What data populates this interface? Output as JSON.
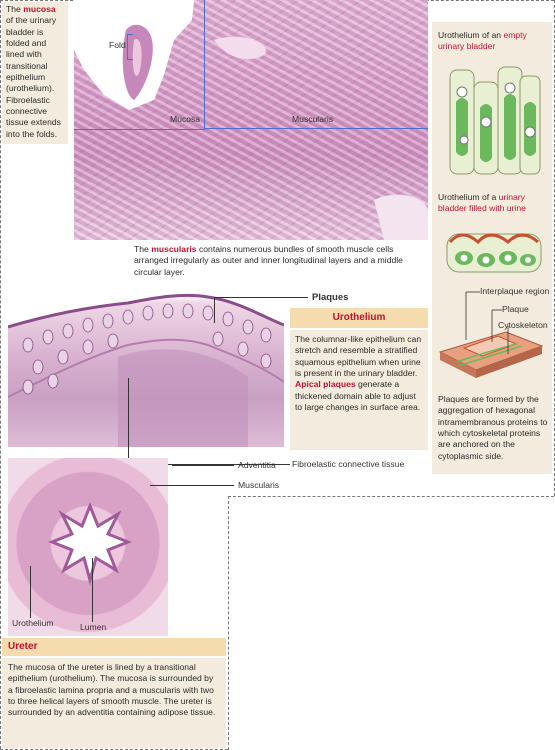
{
  "intro": {
    "pre": "The ",
    "term": "mucosa",
    "rest": " of the urinary bladder is folded and lined with transitional epithelium (urothelium). Fibroelastic connective tissue extends into the folds."
  },
  "micro1": {
    "fold": "Fold",
    "mucosa": "Mucosa",
    "muscularis": "Muscularis"
  },
  "muscularis_caption": {
    "pre": "The ",
    "term": "muscularis",
    "rest": " contains numerous bundles of smooth muscle cells arranged irregularly as outer and inner longitudinal layers and a middle circular layer."
  },
  "sidebar": {
    "empty_pre": "Urothelium of an ",
    "empty_red": "empty urinary bladder",
    "filled_pre": "Urothelium of a ",
    "filled_red": "urinary bladder filled with urine",
    "interplaque": "Interplaque region",
    "plaque": "Plaque",
    "cytoskeleton": "Cytoskeleton",
    "plaques_text": "Plaques are formed by the aggregation of hexagonal intramembranous proteins to which cytoskeletal proteins are anchored on the cytoplasmic side."
  },
  "micro2": {
    "plaques": "Plaques",
    "fibro": "Fibroelastic connective tissue",
    "urothelium_header": "Urothelium",
    "urothelium_text1": "The columnar-like epithelium can stretch and resemble a stratified squamous epithelium when urine is present in the urinary bladder.",
    "apical_term": "Apical plaques",
    "urothelium_text2": " generate a thickened  domain able to adjust to large changes in surface area."
  },
  "ureter": {
    "adventitia": "Adventitia",
    "muscularis": "Muscularis",
    "urothelium": "Urothelium",
    "lumen": "Lumen",
    "header": "Ureter",
    "text": "The mucosa of the ureter is lined by a transitional epithelium (urothelium). The mucosa is surrounded by a fibroelastic lamina propria and a muscularis with two to three helical layers of smooth muscle. The ureter is surrounded by an adventitia containing adipose tissue."
  }
}
